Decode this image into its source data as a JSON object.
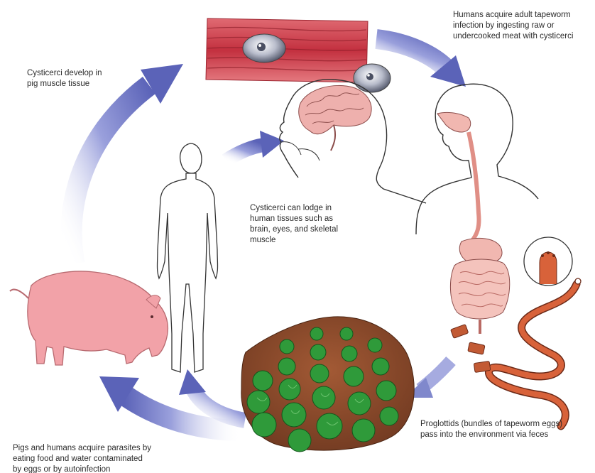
{
  "captions": {
    "muscle": "Cysticerci develop in\npig muscle tissue",
    "ingest": "Humans acquire adult tapeworm\ninfection by ingesting raw or\nundercooked meat with cysticerci",
    "lodge": "Cysticerci can lodge in\nhuman tissues such as\nbrain, eyes, and skeletal\nmuscle",
    "proglottids": "Proglottids (bundles of tapeworm eggs)\npass into the environment via feces",
    "acquire": "Pigs and humans acquire parasites by\neating food and water contaminated\nby eggs or by autoinfection"
  },
  "colors": {
    "arrow": "#5b63b8",
    "muscle": "#c9404c",
    "organ": "#e9a6a0",
    "pig": "#f2a2a8",
    "soil": "#8a4a2a",
    "leaf": "#2f9a3a",
    "worm": "#d8623a"
  }
}
